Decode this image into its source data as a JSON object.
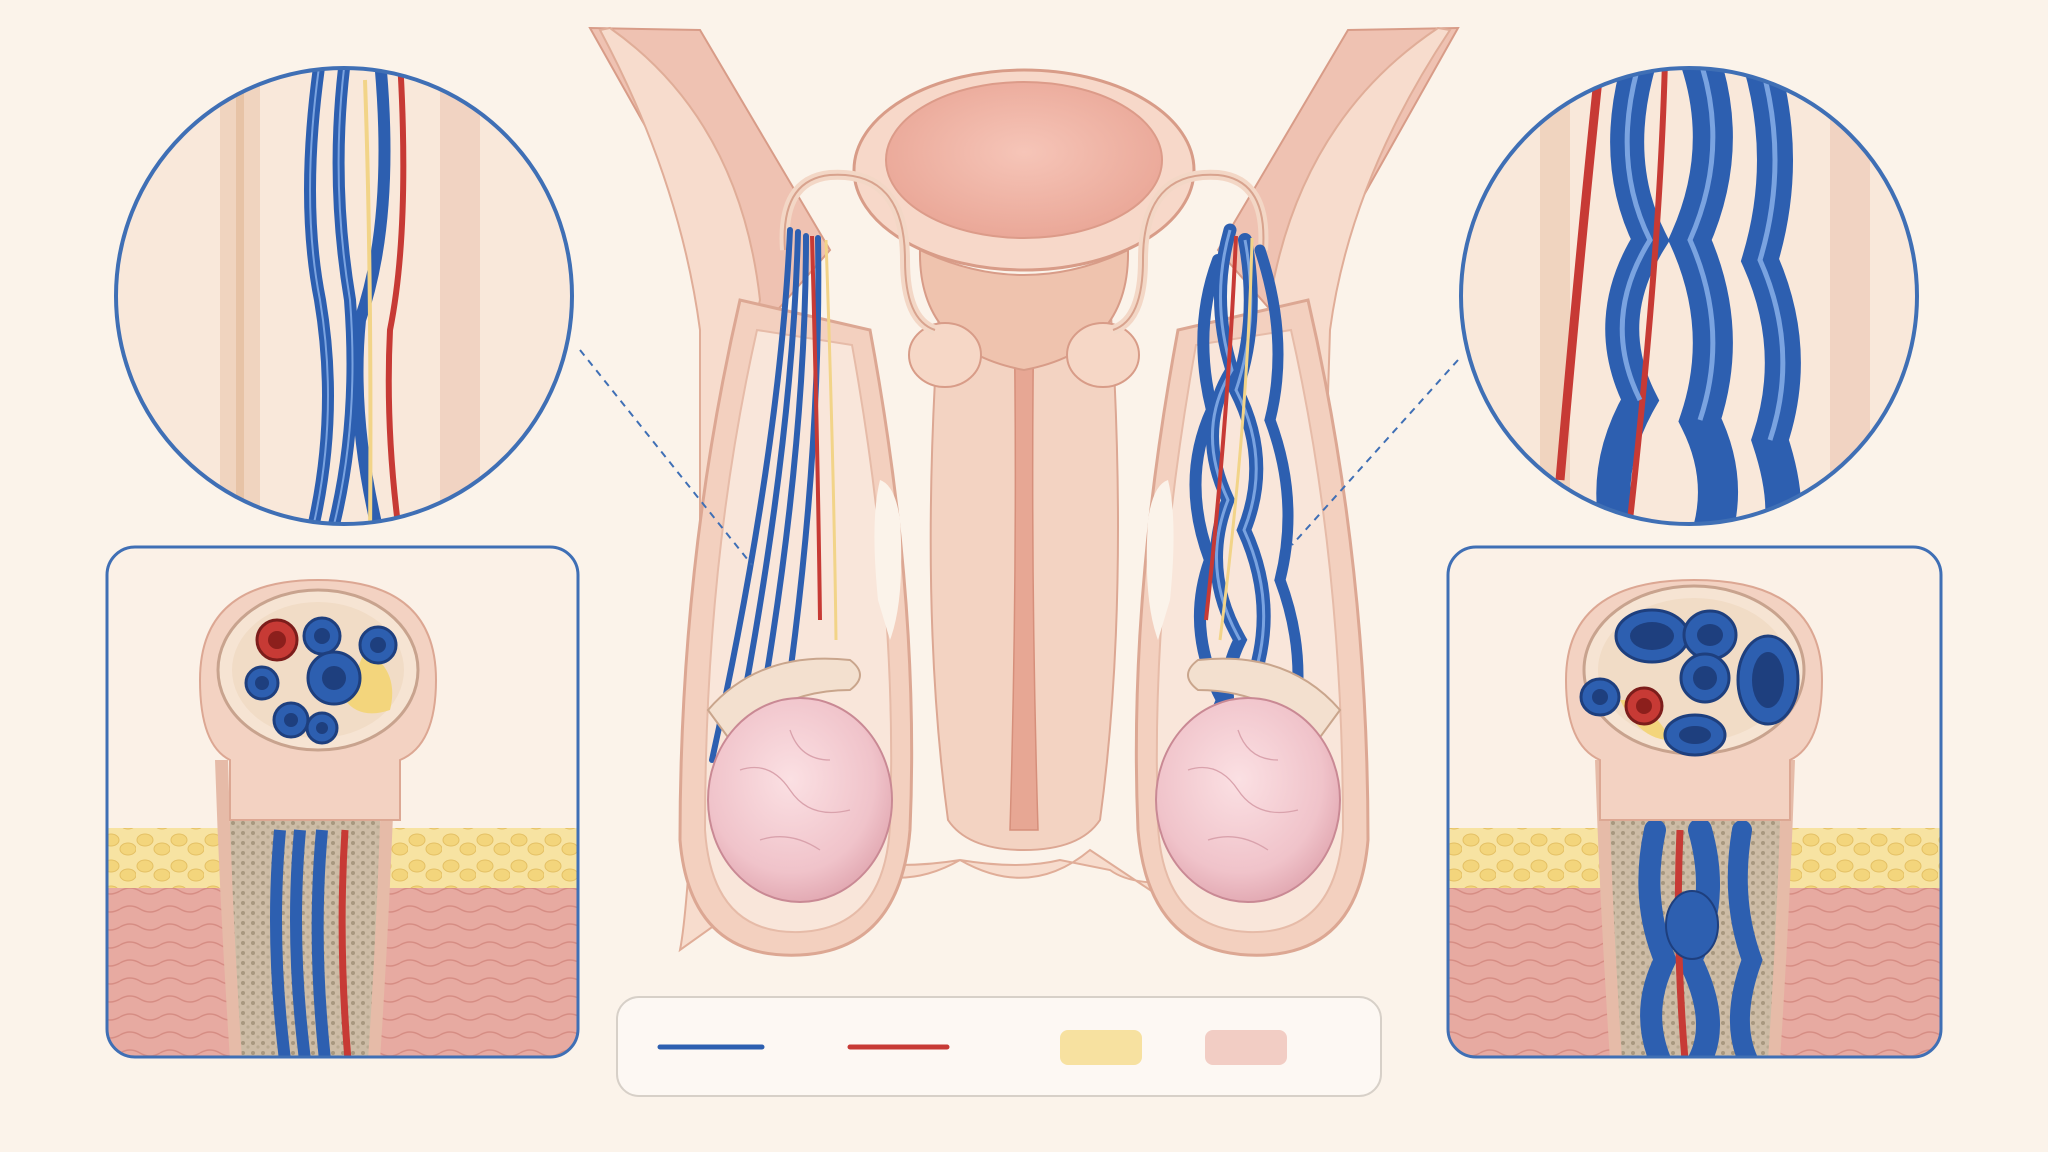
{
  "legend": {
    "items": [
      {
        "swatch": "line",
        "color": "#2d5fb0",
        "label": ""
      },
      {
        "swatch": "line",
        "color": "#c73a35",
        "label": ""
      },
      {
        "swatch": "box",
        "color": "#f7e1a0",
        "label": ""
      },
      {
        "swatch": "box",
        "color": "#f2cdc4",
        "label": ""
      }
    ]
  },
  "colors": {
    "background": "#fbf3ea",
    "skin": "#f3d2c2",
    "skin_dark": "#e3b3a0",
    "tissue_light": "#f8e2d4",
    "testis": "#f2c6cc",
    "vein": "#2d5fb0",
    "vein_highlight": "#7aa3e0",
    "artery": "#c73a35",
    "nerve": "#f2d488",
    "fat": "#f5dc8e",
    "muscle": "#e8a9a0",
    "panel_border": "#3f6fb5"
  },
  "panels": {
    "top_left": "normal-spermatic-cord-magnified",
    "top_right": "varicocele-dilated-veins-magnified",
    "bottom_left": "normal-cross-section",
    "bottom_right": "varicocele-cross-section"
  }
}
